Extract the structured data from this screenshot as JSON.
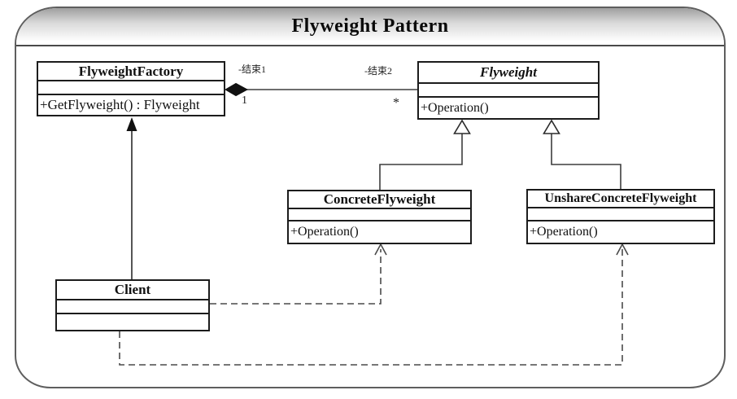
{
  "title": "Flyweight Pattern",
  "classes": {
    "factory": {
      "name": "FlyweightFactory",
      "attributes": "",
      "method": "+GetFlyweight() : Flyweight",
      "abstract": false
    },
    "flyweight": {
      "name": "Flyweight",
      "attributes": "",
      "method": "+Operation()",
      "abstract": true
    },
    "concrete": {
      "name": "ConcreteFlyweight",
      "attributes": "",
      "method": "+Operation()",
      "abstract": false
    },
    "unshare": {
      "name": "UnshareConcreteFlyweight",
      "attributes": "",
      "method": "+Operation()",
      "abstract": false
    },
    "client": {
      "name": "Client",
      "attributes": "",
      "method": "",
      "abstract": false
    }
  },
  "association": {
    "end1_label": "-结束1",
    "end2_label": "-结束2",
    "end1_multiplicity": "1",
    "end2_multiplicity": "*"
  },
  "relationships": [
    {
      "type": "composition",
      "from": "FlyweightFactory",
      "to": "Flyweight"
    },
    {
      "type": "generalization",
      "from": "ConcreteFlyweight",
      "to": "Flyweight"
    },
    {
      "type": "generalization",
      "from": "UnshareConcreteFlyweight",
      "to": "Flyweight"
    },
    {
      "type": "association-arrow",
      "from": "Client",
      "to": "FlyweightFactory"
    },
    {
      "type": "dependency",
      "from": "Client",
      "to": "ConcreteFlyweight"
    },
    {
      "type": "dependency",
      "from": "Client",
      "to": "UnshareConcreteFlyweight"
    }
  ],
  "colors": {
    "frame_border": "#5e5e5e",
    "box_border": "#1c1c1c",
    "line": "#3d3d3d",
    "band_gradient_top": "#9f9f9f",
    "band_gradient_bottom": "#ffffff",
    "diamond_fill": "#111111"
  }
}
